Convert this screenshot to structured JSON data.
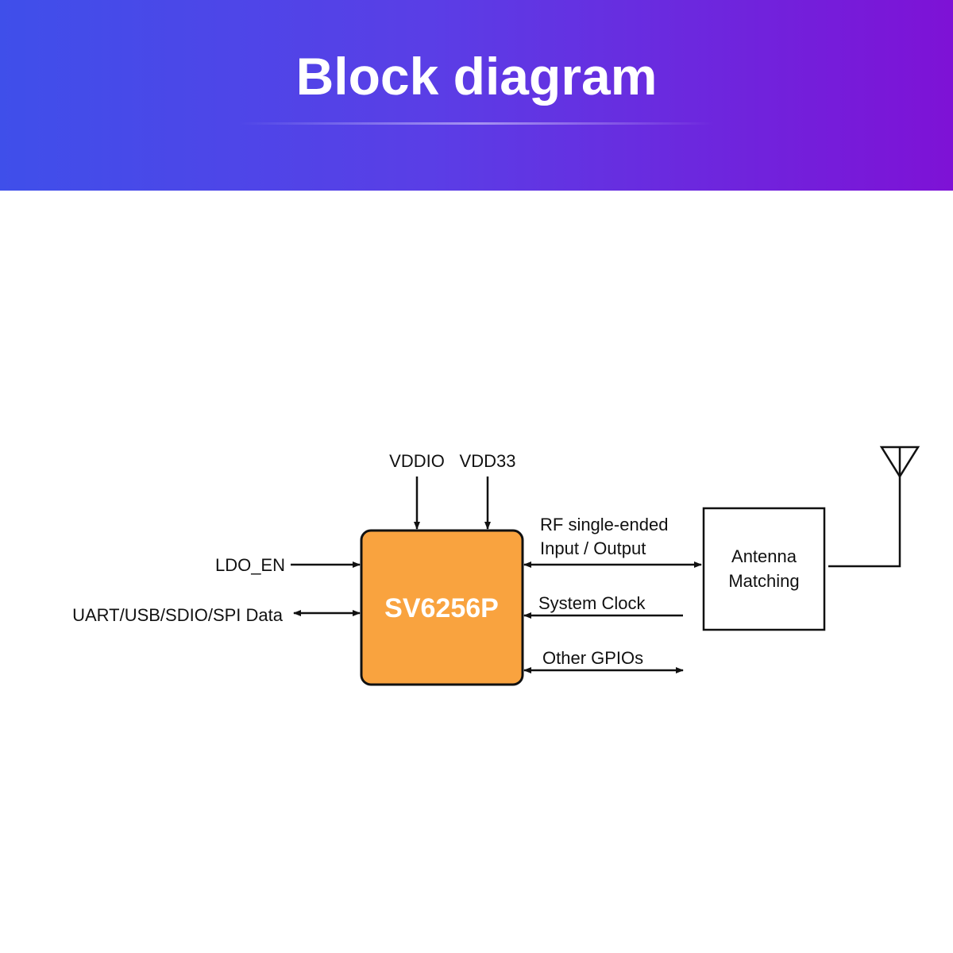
{
  "header": {
    "title": "Block diagram"
  },
  "diagram": {
    "chip": {
      "label": "SV6256P",
      "color": "#f9a33f"
    },
    "power_inputs": [
      "VDDIO",
      "VDD33"
    ],
    "left_signals": {
      "ldo_en": "LDO_EN",
      "data_bus": "UART/USB/SDIO/SPI Data"
    },
    "right_signals": {
      "rf_line1": "RF single-ended",
      "rf_line2": "Input / Output",
      "system_clock": "System Clock",
      "gpios": "Other GPIOs"
    },
    "antenna_block": {
      "line1": "Antenna",
      "line2": "Matching"
    },
    "antenna_icon": "antenna-icon"
  }
}
